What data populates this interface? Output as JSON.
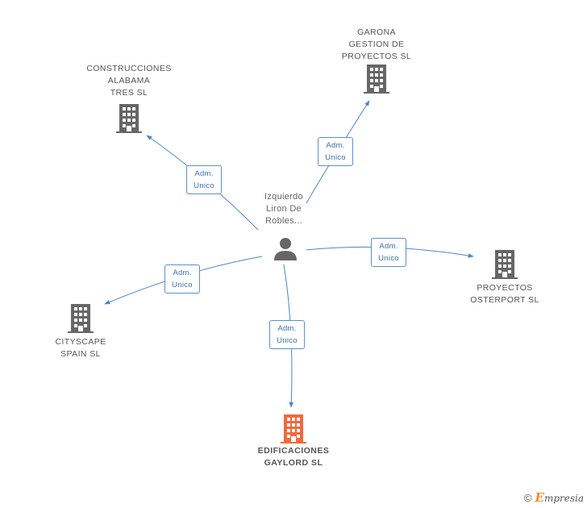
{
  "colors": {
    "edge": "#4a86d0",
    "company_icon": "#666666",
    "highlight_icon": "#f26a3c",
    "person_icon": "#666666"
  },
  "center_person": {
    "label": "Izquierdo\nLiron De\nRobles...",
    "icon": "person-icon"
  },
  "companies": [
    {
      "id": "garona",
      "label": "GARONA\nGESTION DE\nPROYECTOS SL",
      "icon": "building-icon"
    },
    {
      "id": "construcciones",
      "label": "CONSTRUCCIONES\nALABAMA\nTRES SL",
      "icon": "building-icon"
    },
    {
      "id": "osterport",
      "label": "PROYECTOS\nOSTERPORT SL",
      "icon": "building-icon"
    },
    {
      "id": "cityscape",
      "label": "CITYSCAPE\nSPAIN SL",
      "icon": "building-icon"
    },
    {
      "id": "edificaciones",
      "label": "EDIFICACIONES\nGAYLORD SL",
      "icon": "building-icon",
      "highlighted": true
    }
  ],
  "edges": [
    {
      "to": "garona",
      "role_line1": "Adm.",
      "role_line2": "Unico"
    },
    {
      "to": "construcciones",
      "role_line1": "Adm.",
      "role_line2": "Unico"
    },
    {
      "to": "osterport",
      "role_line1": "Adm.",
      "role_line2": "Unico"
    },
    {
      "to": "cityscape",
      "role_line1": "Adm.",
      "role_line2": "Unico"
    },
    {
      "to": "edificaciones",
      "role_line1": "Adm.",
      "role_line2": "Unico"
    }
  ],
  "watermark": {
    "copyright": "©",
    "brand_initial": "E",
    "brand_rest": "mpresia"
  }
}
